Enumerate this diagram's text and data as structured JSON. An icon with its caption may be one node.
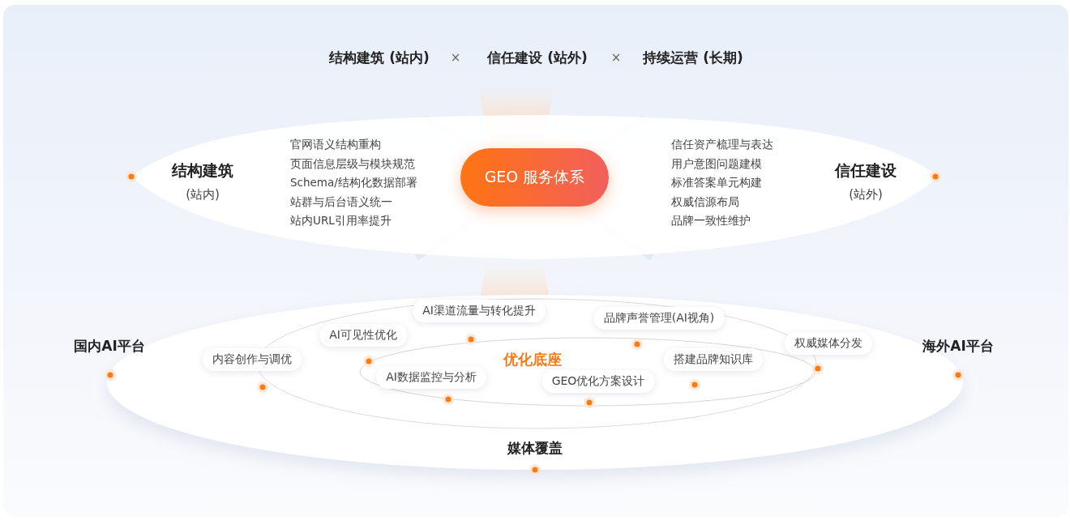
{
  "diagram": {
    "nodes": [
      {
        "text": [
          "结构建筑",
          "(站内)",
          "官网语义结构重构",
          "页面信息层级与模块规范",
          "Schema/结构化数据部署",
          "站群与后台语义统一",
          "站内URL引用率提升"
        ]
      },
      {
        "text": [
          "GEO 服务体系"
        ]
      },
      {
        "text": [
          "信任建设",
          "(站外)",
          "信任资产梳理与表达",
          "用户意图问题建模",
          "标准答案单元构建",
          "权威信源布局",
          "品牌一致性维护"
        ]
      },
      {
        "text": [
          "媒体覆盖"
        ]
      },
      {
        "text": [
          "优化底座"
        ],
        "in": 3
      },
      {
        "text": [
          "内容创作与调优"
        ],
        "in": 3
      },
      {
        "text": [
          "AI可见性优化"
        ],
        "in": 3
      },
      {
        "text": [
          "AI渠道流量与转化提升"
        ],
        "in": 3
      },
      {
        "text": [
          "品牌声誉管理(AI视角)"
        ],
        "in": 3
      },
      {
        "text": [
          "权威媒体分发"
        ],
        "in": 3
      },
      {
        "text": [
          "AI数据监控与分析"
        ],
        "in": 4
      },
      {
        "text": [
          "GEO优化方案设计"
        ],
        "in": 4
      },
      {
        "text": [
          "搭建品牌知识库"
        ],
        "in": 4
      }
    ],
    "labels": [
      "结构建筑 (站内)",
      "×",
      "信任建设 (站外)",
      "×",
      "持续运营 (长期)",
      "国内AI平台",
      "海外AI平台"
    ]
  }
}
